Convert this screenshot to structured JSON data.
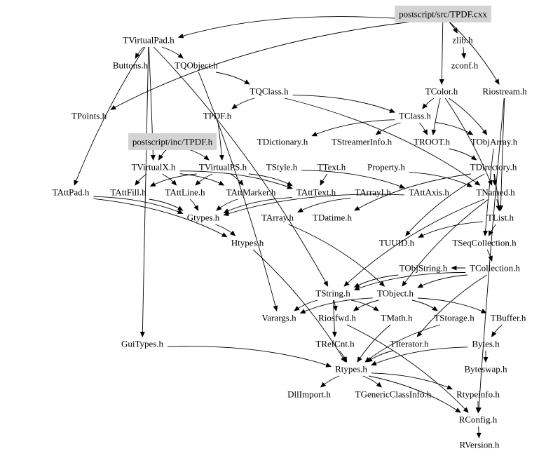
{
  "diagram": {
    "title": "postscript/src/TPDF.cxx include dependency graph",
    "highlight_color": "#d3d3d3",
    "nodes": [
      {
        "id": "TPDF_cxx",
        "label": "postscript/src/TPDF.cxx",
        "highlighted": true
      },
      {
        "id": "TVirtualPad",
        "label": "TVirtualPad.h"
      },
      {
        "id": "zlib",
        "label": "zlib.h"
      },
      {
        "id": "Buttons",
        "label": "Buttons.h"
      },
      {
        "id": "TQObject",
        "label": "TQObject.h"
      },
      {
        "id": "zconf",
        "label": "zconf.h"
      },
      {
        "id": "TQClass",
        "label": "TQClass.h"
      },
      {
        "id": "TColor",
        "label": "TColor.h"
      },
      {
        "id": "Riostream",
        "label": "Riostream.h"
      },
      {
        "id": "TPoints",
        "label": "TPoints.h"
      },
      {
        "id": "TPDF_h",
        "label": "TPDF.h"
      },
      {
        "id": "TClass",
        "label": "TClass.h"
      },
      {
        "id": "TPDF_inc",
        "label": "postscript/inc/TPDF.h",
        "highlighted": true
      },
      {
        "id": "TDictionary",
        "label": "TDictionary.h"
      },
      {
        "id": "TStreamerInfo",
        "label": "TStreamerInfo.h"
      },
      {
        "id": "TROOT",
        "label": "TROOT.h"
      },
      {
        "id": "TObjArray",
        "label": "TObjArray.h"
      },
      {
        "id": "TVirtualX",
        "label": "TVirtualX.h"
      },
      {
        "id": "TVirtualPS",
        "label": "TVirtualPS.h"
      },
      {
        "id": "TStyle",
        "label": "TStyle.h"
      },
      {
        "id": "TText",
        "label": "TText.h"
      },
      {
        "id": "Property",
        "label": "Property.h"
      },
      {
        "id": "TDirectory",
        "label": "TDirectory.h"
      },
      {
        "id": "TAttPad",
        "label": "TAttPad.h"
      },
      {
        "id": "TAttFill",
        "label": "TAttFill.h"
      },
      {
        "id": "TAttLine",
        "label": "TAttLine.h"
      },
      {
        "id": "TAttMarker",
        "label": "TAttMarker.h"
      },
      {
        "id": "TAttText",
        "label": "TAttText.h"
      },
      {
        "id": "TArrayI",
        "label": "TArrayI.h"
      },
      {
        "id": "TAttAxis",
        "label": "TAttAxis.h"
      },
      {
        "id": "TNamed",
        "label": "TNamed.h"
      },
      {
        "id": "Gtypes",
        "label": "Gtypes.h"
      },
      {
        "id": "TArray",
        "label": "TArray.h"
      },
      {
        "id": "TDatime",
        "label": "TDatime.h"
      },
      {
        "id": "TList",
        "label": "TList.h"
      },
      {
        "id": "Htypes",
        "label": "Htypes.h"
      },
      {
        "id": "TUUID",
        "label": "TUUID.h"
      },
      {
        "id": "TSeqCollection",
        "label": "TSeqCollection.h"
      },
      {
        "id": "TObjString",
        "label": "TObjString.h"
      },
      {
        "id": "TCollection",
        "label": "TCollection.h"
      },
      {
        "id": "TString",
        "label": "TString.h"
      },
      {
        "id": "TObject",
        "label": "TObject.h"
      },
      {
        "id": "Varargs",
        "label": "Varargs.h"
      },
      {
        "id": "Riosfwd",
        "label": "Riosfwd.h"
      },
      {
        "id": "TMath",
        "label": "TMath.h"
      },
      {
        "id": "TStorage",
        "label": "TStorage.h"
      },
      {
        "id": "TBuffer",
        "label": "TBuffer.h"
      },
      {
        "id": "GuiTypes",
        "label": "GuiTypes.h"
      },
      {
        "id": "TRefCnt",
        "label": "TRefCnt.h"
      },
      {
        "id": "TIterator",
        "label": "TIterator.h"
      },
      {
        "id": "Bytes",
        "label": "Bytes.h"
      },
      {
        "id": "Rtypes",
        "label": "Rtypes.h"
      },
      {
        "id": "Byteswap",
        "label": "Byteswap.h"
      },
      {
        "id": "DllImport",
        "label": "DllImport.h"
      },
      {
        "id": "TGenericClassInfo",
        "label": "TGenericClassInfo.h"
      },
      {
        "id": "Rtypeinfo",
        "label": "Rtypeinfo.h"
      },
      {
        "id": "RConfig",
        "label": "RConfig.h"
      },
      {
        "id": "RVersion",
        "label": "RVersion.h"
      }
    ],
    "edges": [
      [
        "TPDF_cxx",
        "TVirtualPad"
      ],
      [
        "TPDF_cxx",
        "zlib"
      ],
      [
        "TPDF_cxx",
        "Riostream"
      ],
      [
        "TPDF_cxx",
        "TColor"
      ],
      [
        "TPDF_cxx",
        "TPoints"
      ],
      [
        "zlib",
        "zconf"
      ],
      [
        "TVirtualPad",
        "Buttons"
      ],
      [
        "TVirtualPad",
        "TQObject"
      ],
      [
        "TVirtualPad",
        "TAttPad"
      ],
      [
        "TVirtualPad",
        "TVirtualX"
      ],
      [
        "TVirtualPad",
        "GuiTypes"
      ],
      [
        "TVirtualPad",
        "TString"
      ],
      [
        "TQObject",
        "TQClass"
      ],
      [
        "TQObject",
        "Varargs"
      ],
      [
        "TQClass",
        "TPDF_h"
      ],
      [
        "TQClass",
        "TClass"
      ],
      [
        "TQClass",
        "TNamed"
      ],
      [
        "TPDF_h",
        "TVirtualPS"
      ],
      [
        "TPDF_inc",
        "TVirtualPS"
      ],
      [
        "TPDF_inc",
        "TVirtualX"
      ],
      [
        "TColor",
        "TClass"
      ],
      [
        "TColor",
        "TROOT"
      ],
      [
        "TColor",
        "TObjArray"
      ],
      [
        "TColor",
        "TNamed"
      ],
      [
        "Riostream",
        "TList"
      ],
      [
        "Riostream",
        "RConfig"
      ],
      [
        "TClass",
        "TDictionary"
      ],
      [
        "TClass",
        "TStreamerInfo"
      ],
      [
        "TClass",
        "TROOT"
      ],
      [
        "TClass",
        "TObjArray"
      ],
      [
        "TROOT",
        "TDirectory"
      ],
      [
        "TObjArray",
        "TSeqCollection"
      ],
      [
        "TDirectory",
        "TNamed"
      ],
      [
        "TDirectory",
        "TList"
      ],
      [
        "TDirectory",
        "TDatime"
      ],
      [
        "TDirectory",
        "TUUID"
      ],
      [
        "TVirtualX",
        "TAttFill"
      ],
      [
        "TVirtualX",
        "TAttLine"
      ],
      [
        "TVirtualX",
        "TAttMarker"
      ],
      [
        "TVirtualX",
        "TAttText"
      ],
      [
        "TVirtualPS",
        "TAttFill"
      ],
      [
        "TVirtualPS",
        "TAttLine"
      ],
      [
        "TVirtualPS",
        "TAttMarker"
      ],
      [
        "TVirtualPS",
        "TAttText"
      ],
      [
        "TStyle",
        "TAttAxis"
      ],
      [
        "TText",
        "TAttText"
      ],
      [
        "Property",
        "TNamed"
      ],
      [
        "TAttFill",
        "Gtypes"
      ],
      [
        "TAttLine",
        "Gtypes"
      ],
      [
        "TAttMarker",
        "Gtypes"
      ],
      [
        "TAttText",
        "Gtypes"
      ],
      [
        "TAttAxis",
        "Gtypes"
      ],
      [
        "TAttPad",
        "Gtypes"
      ],
      [
        "TAttPad",
        "Htypes"
      ],
      [
        "Gtypes",
        "Htypes"
      ],
      [
        "TArrayI",
        "TArray"
      ],
      [
        "TArray",
        "TObject"
      ],
      [
        "Htypes",
        "Rtypes"
      ],
      [
        "TNamed",
        "TList"
      ],
      [
        "TNamed",
        "TString"
      ],
      [
        "TNamed",
        "TObject"
      ],
      [
        "TList",
        "TSeqCollection"
      ],
      [
        "TList",
        "TUUID"
      ],
      [
        "TSeqCollection",
        "TCollection"
      ],
      [
        "TCollection",
        "TObjString"
      ],
      [
        "TCollection",
        "TObject"
      ],
      [
        "TCollection",
        "TIterator"
      ],
      [
        "TCollection",
        "TString"
      ],
      [
        "TObjString",
        "TString"
      ],
      [
        "TString",
        "Varargs"
      ],
      [
        "TString",
        "Riosfwd"
      ],
      [
        "TString",
        "TMath"
      ],
      [
        "TString",
        "TRefCnt"
      ],
      [
        "TObject",
        "TStorage"
      ],
      [
        "TObject",
        "TBuffer"
      ],
      [
        "TObject",
        "Varargs"
      ],
      [
        "TObject",
        "Riosfwd"
      ],
      [
        "TStorage",
        "Rtypes"
      ],
      [
        "TBuffer",
        "Bytes"
      ],
      [
        "Bytes",
        "Byteswap"
      ],
      [
        "Bytes",
        "Rtypes"
      ],
      [
        "GuiTypes",
        "Rtypes"
      ],
      [
        "TRefCnt",
        "Rtypes"
      ],
      [
        "TMath",
        "Rtypes"
      ],
      [
        "TIterator",
        "Rtypes"
      ],
      [
        "Riosfwd",
        "RConfig"
      ],
      [
        "Rtypes",
        "DllImport"
      ],
      [
        "Rtypes",
        "TGenericClassInfo"
      ],
      [
        "Rtypes",
        "Rtypeinfo"
      ],
      [
        "Rtypes",
        "RConfig"
      ],
      [
        "Rtypeinfo",
        "RConfig"
      ],
      [
        "RConfig",
        "RVersion"
      ]
    ]
  }
}
